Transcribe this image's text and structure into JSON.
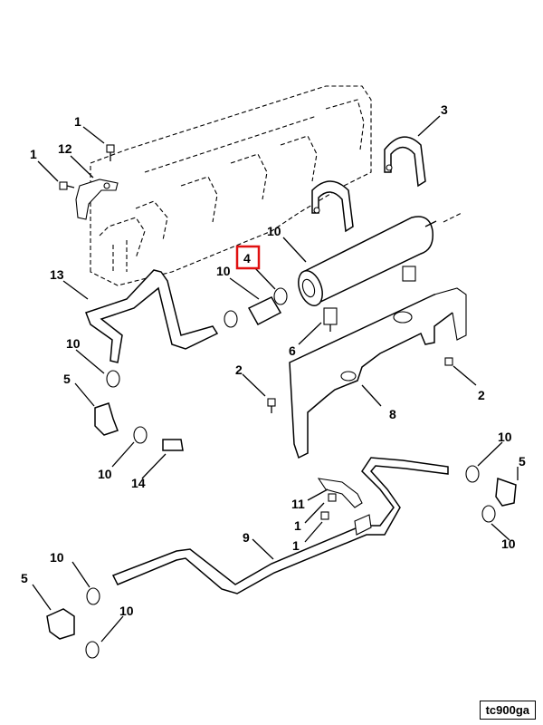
{
  "diagram": {
    "figure_code": "tc900ga",
    "highlighted_callout": "4",
    "highlight_color": "#e01010",
    "callouts": {
      "c1a": "1",
      "c1b": "1",
      "c12": "12",
      "c3": "3",
      "c13": "13",
      "c10a": "10",
      "c10b": "10",
      "c4": "4",
      "c6": "6",
      "c2a": "2",
      "c2b": "2",
      "c10c": "10",
      "c5a": "5",
      "c8": "8",
      "c10d": "10",
      "c14": "14",
      "c10e": "10",
      "c5b": "5",
      "c11": "11",
      "c1c": "1",
      "c9": "9",
      "c1d": "1",
      "c10f": "10",
      "c10g": "10",
      "c5c": "5",
      "c10h": "10"
    }
  }
}
